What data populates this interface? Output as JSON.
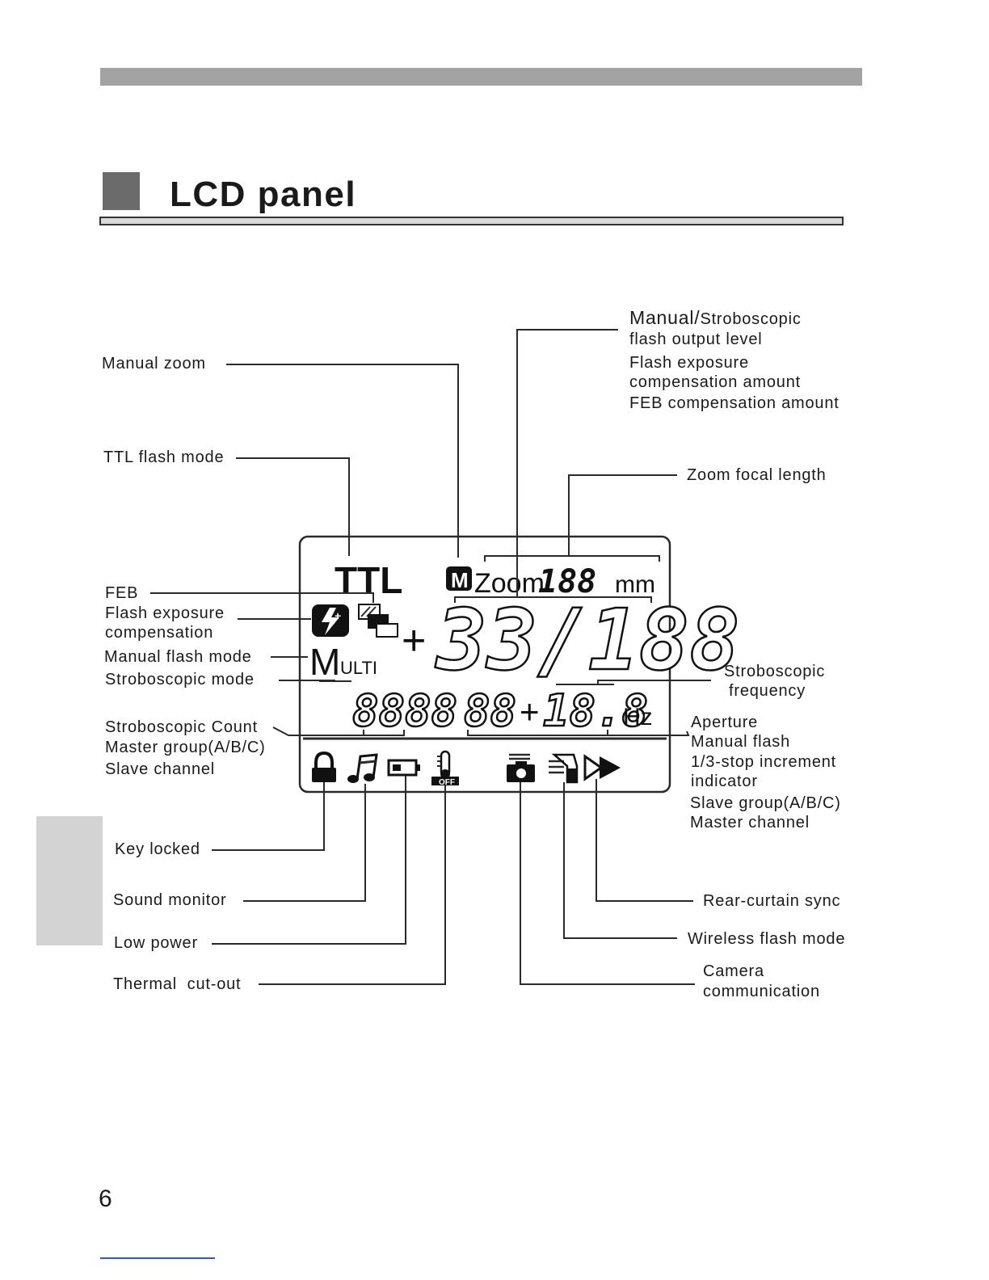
{
  "page": {
    "title": "LCD panel",
    "page_number": "6"
  },
  "lcd": {
    "ttl": "TTL",
    "m_badge": "M",
    "zoom_text": "Zoom",
    "zoom_digits": "188",
    "zoom_unit": "mm",
    "plus_main": "+",
    "main_digits": "33/188",
    "multi_big": "M",
    "multi_small": "ULTI",
    "count_digits": "8888",
    "group_digits": "88",
    "plus_small": "+",
    "aperture_digits": "18.8",
    "hz": "Hz",
    "off_tag": "OFF"
  },
  "labels": {
    "manual_output_line1": "Manual/",
    "manual_output_line1_sub": "Stroboscopic",
    "manual_output_line2": "flash output level",
    "fec_amount_line1": "Flash exposure",
    "fec_amount_line2": "compensation amount",
    "feb_amount": "FEB compensation amount",
    "manual_zoom": "Manual zoom",
    "ttl_flash_mode": "TTL flash mode",
    "zoom_focal_length": "Zoom focal length",
    "feb": "FEB",
    "fec_line1": "Flash exposure",
    "fec_line2": "compensation",
    "manual_flash_mode": "Manual flash mode",
    "stroboscopic_mode": "Stroboscopic mode",
    "strobo_freq_line1": "Stroboscopic",
    "strobo_freq_line2": "frequency",
    "strobo_count": "Stroboscopic Count",
    "master_group": "Master group(A/B/C)",
    "slave_channel": "Slave channel",
    "aperture": "Aperture",
    "manual_flash": "Manual flash",
    "third_stop_line1": "1/3-stop increment",
    "third_stop_line2": "indicator",
    "slave_group": "Slave group(A/B/C)",
    "master_channel": "Master channel",
    "key_locked": "Key locked",
    "sound_monitor": "Sound monitor",
    "low_power": "Low power",
    "thermal_cutout": "Thermal  cut-out",
    "rear_curtain_sync": "Rear-curtain sync",
    "wireless_flash_mode": "Wireless flash mode",
    "camera_comm_line1": "Camera",
    "camera_comm_line2": "communication"
  }
}
